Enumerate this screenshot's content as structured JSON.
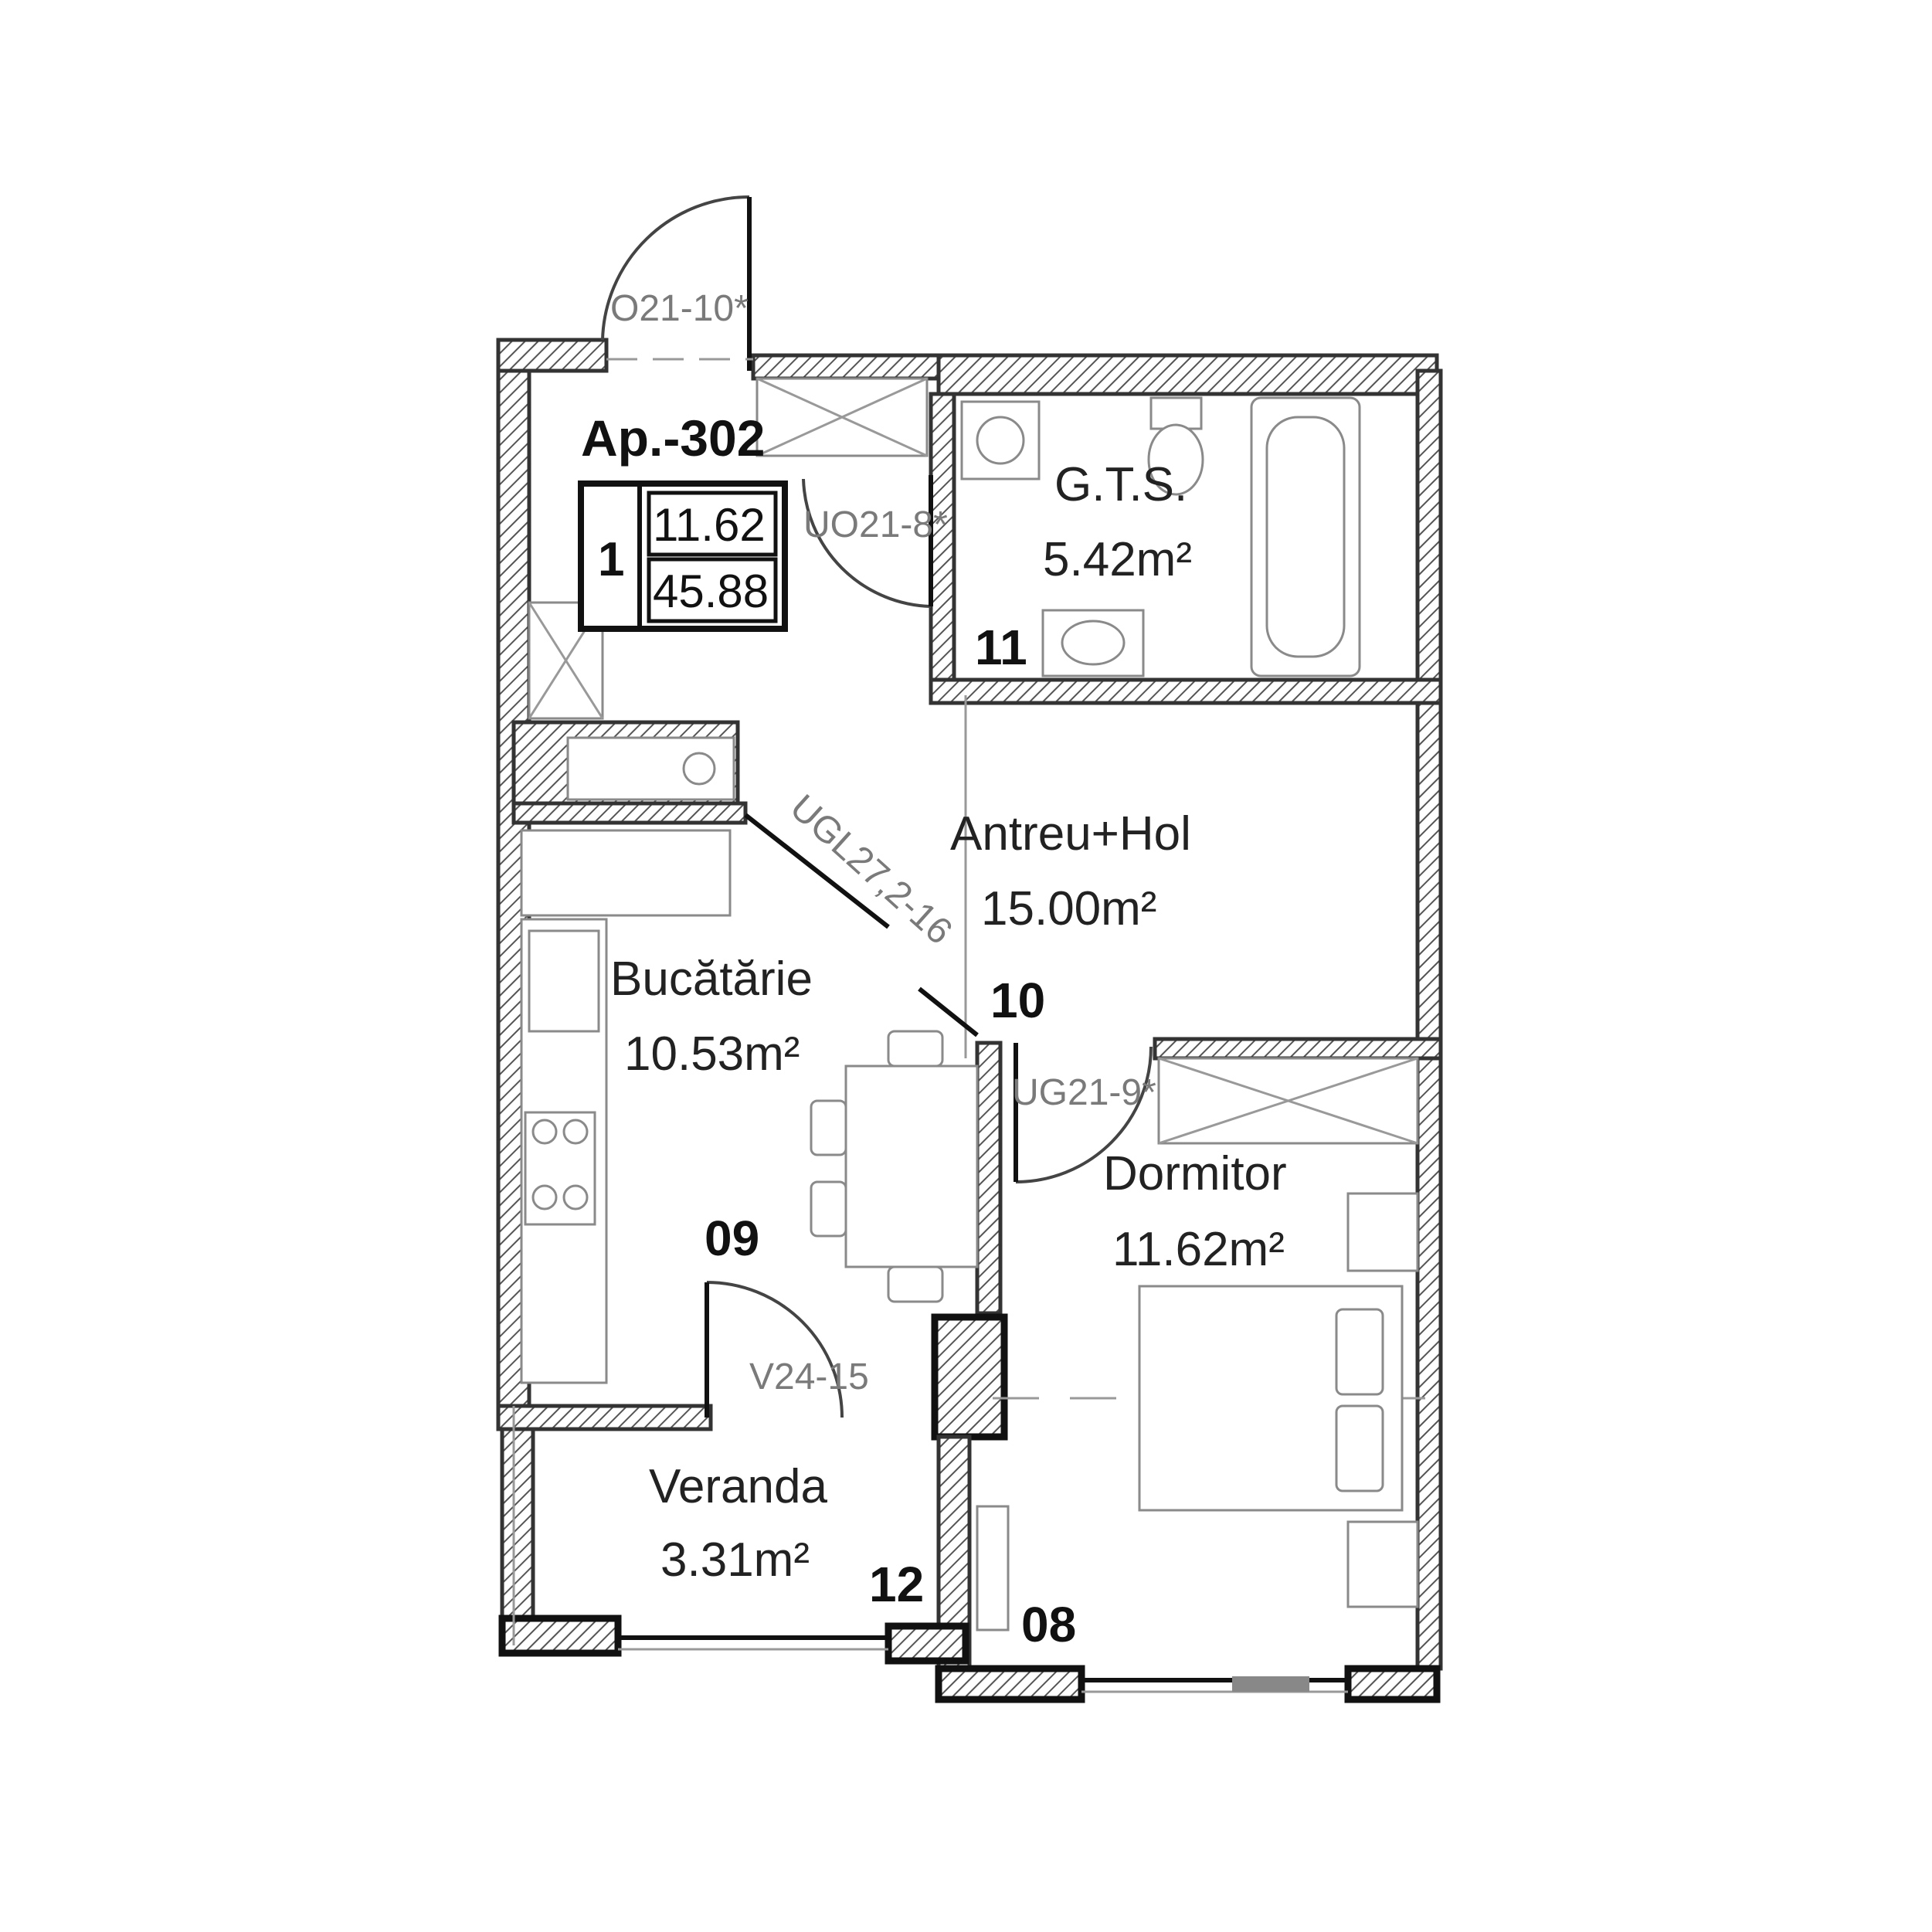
{
  "apartment": {
    "label": "Ap.-302",
    "rooms_count": "1",
    "living_area": "11.62",
    "total_area": "45.88"
  },
  "rooms": [
    {
      "id": "gts",
      "name": "G.T.S.",
      "area": "5.42m²",
      "number": "11"
    },
    {
      "id": "hol",
      "name": "Antreu+Hol",
      "area": "15.00m²",
      "number": "10"
    },
    {
      "id": "bucatarie",
      "name": "Bucătărie",
      "area": "10.53m²",
      "number": "09"
    },
    {
      "id": "dormitor",
      "name": "Dormitor",
      "area": "11.62m²",
      "number": "08"
    },
    {
      "id": "veranda",
      "name": "Veranda",
      "area": "3.31m²",
      "number": "12"
    }
  ],
  "openings": [
    {
      "id": "entry-door",
      "code": "O21-10*"
    },
    {
      "id": "bath-door",
      "code": "UO21-8*"
    },
    {
      "id": "kitchen-door",
      "code": "UGL27,2-16"
    },
    {
      "id": "bedroom-door",
      "code": "UG21-9*"
    },
    {
      "id": "veranda-door",
      "code": "V24-15"
    }
  ],
  "colors": {
    "wall_outline": "#111111",
    "hatch": "#555555",
    "text": "#222222",
    "door_code": "#7a7a7a"
  }
}
